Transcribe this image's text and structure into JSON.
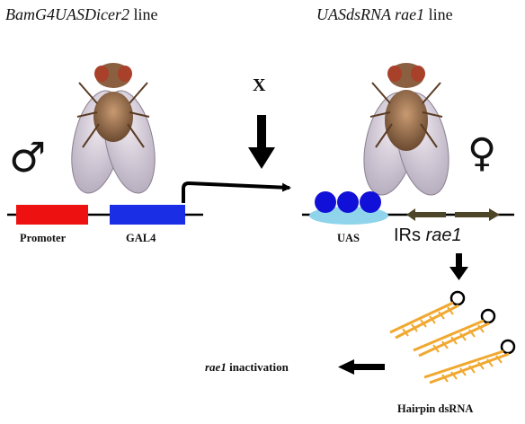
{
  "left_line": {
    "italic_part": "BamG4UASDicer2",
    "suffix": " line"
  },
  "right_line": {
    "italic_part": "UASdsRNA rae1",
    "suffix": " line"
  },
  "cross_symbol": "X",
  "male_symbol": "♂",
  "female_symbol": "♀",
  "construct_left": {
    "promoter": "Promoter",
    "gal4": "GAL4"
  },
  "construct_right": {
    "uas": "UAS",
    "irs_prefix": "IRs ",
    "irs_gene": "rae1"
  },
  "product": "Hairpin dsRNA",
  "outcome": {
    "gene": "rae1",
    "text": " inactivation"
  },
  "colors": {
    "promoter": "#ee1111",
    "gal4": "#1a2ee6",
    "uas_circle": "#1010d8",
    "uas_cloud": "#8fd4ea",
    "ir_arrow": "#4d4527",
    "hairpin": "#f0a830"
  }
}
